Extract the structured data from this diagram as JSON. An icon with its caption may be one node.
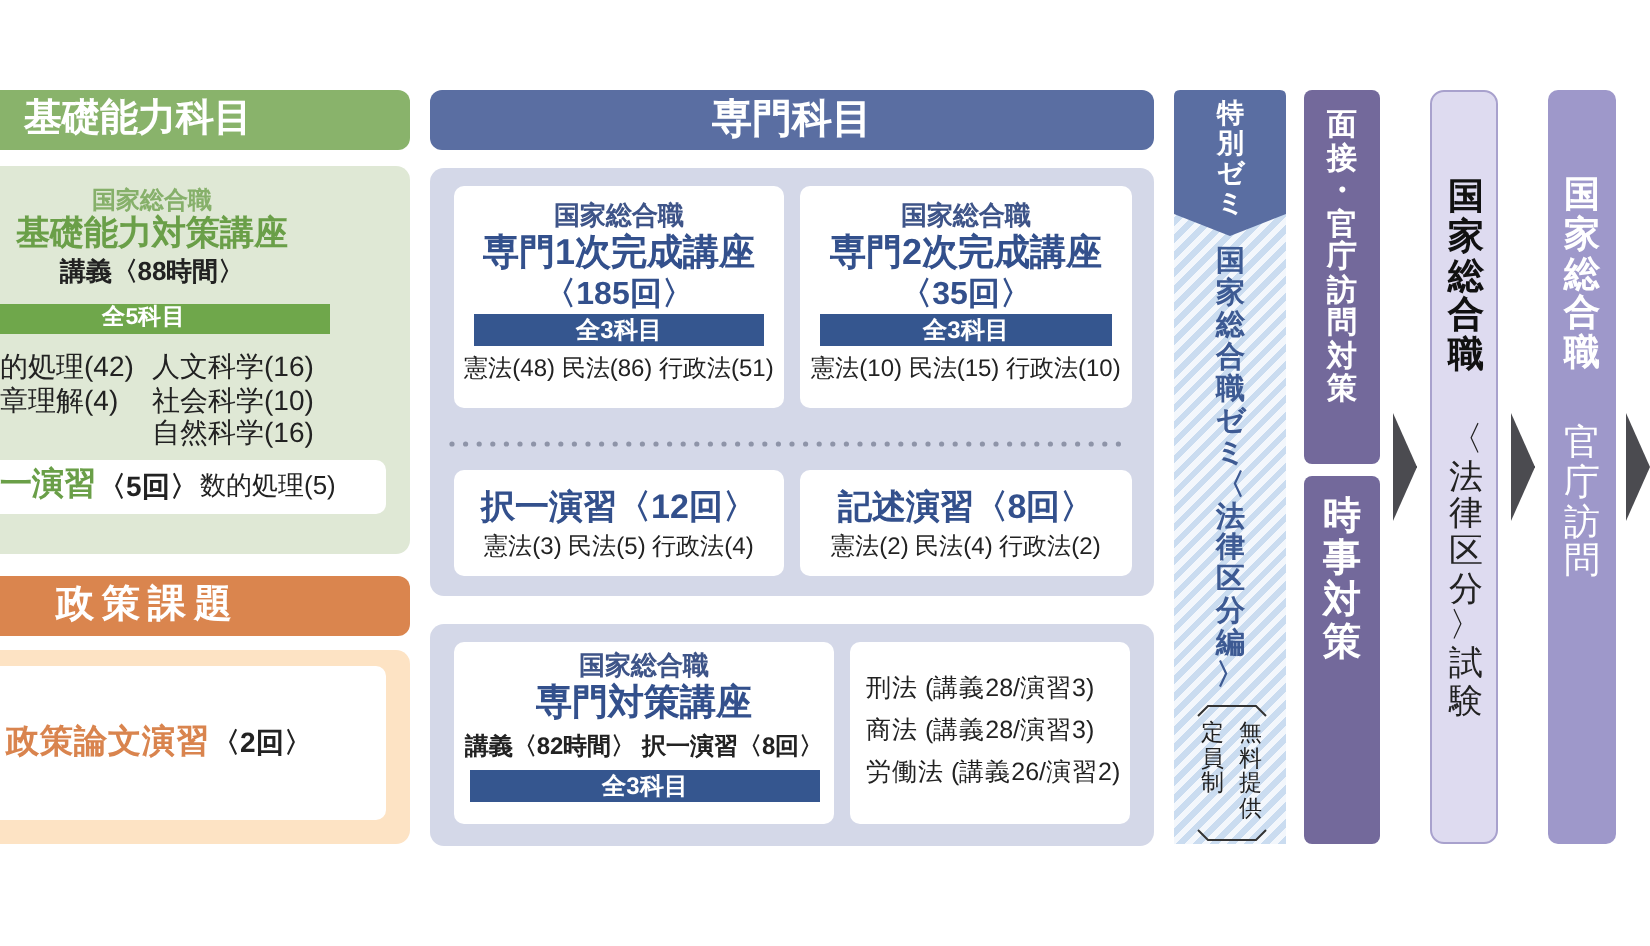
{
  "diagram": {
    "nodes": [
      {
        "text": [
          "基礎能力科目"
        ]
      },
      {
        "text": [
          "国家総合職",
          "基礎能力対策講座",
          "講義〈88時間〉",
          "的処理(42)",
          "人文科学(16)",
          "章理解(4)",
          "社会科学(10)",
          "自然科学(16)"
        ]
      },
      {
        "text": [
          "全5科目"
        ],
        "in": 1
      },
      {
        "text": [
          "一演習",
          "〈5回〉",
          "数的処理(5)"
        ],
        "in": 1
      },
      {
        "text": [
          "政策課題"
        ]
      },
      {
        "text": [],
        "shape": "box"
      },
      {
        "text": [
          "政策論文演習",
          "〈2回〉"
        ],
        "in": 5
      },
      {
        "text": [
          "専門科目"
        ]
      },
      {
        "text": [],
        "shape": "box"
      },
      {
        "text": [
          "国家総合職",
          "専門1次完成講座",
          "〈185回〉",
          "憲法(48) 民法(86) 行政法(51)"
        ],
        "in": 8
      },
      {
        "text": [
          "全3科目"
        ],
        "in": 9
      },
      {
        "text": [
          "国家総合職",
          "専門2次完成講座",
          "〈35回〉",
          "憲法(10) 民法(15) 行政法(10)"
        ],
        "in": 8
      },
      {
        "text": [
          "全3科目"
        ],
        "in": 11
      },
      {
        "text": [
          "択一演習〈12回〉",
          "憲法(3) 民法(5) 行政法(4)"
        ],
        "in": 8
      },
      {
        "text": [
          "記述演習〈8回〉",
          "憲法(2) 民法(4) 行政法(2)"
        ],
        "in": 8
      },
      {
        "text": [],
        "shape": "box"
      },
      {
        "text": [
          "国家総合職",
          "専門対策講座",
          "講義〈82時間〉 択一演習〈8回〉"
        ],
        "in": 15
      },
      {
        "text": [
          "全3科目"
        ],
        "in": 16
      },
      {
        "text": [
          "刑法 (講義28/演習3)",
          "商法 (講義28/演習3)",
          "労働法 (講義26/演習2)"
        ],
        "in": 15
      },
      {
        "text": [
          "特別ゼミ"
        ]
      },
      {
        "text": [
          "国家総合職ゼミ〈法律区分編〉",
          "定員制",
          "無料提供"
        ]
      },
      {
        "text": [
          "面接・官庁訪問対策"
        ]
      },
      {
        "text": [
          "時事対策"
        ]
      },
      {
        "text": [
          "国家総合職",
          "〈法律区分〉試験"
        ]
      },
      {
        "text": [
          "国家総合職",
          "官庁訪問"
        ]
      }
    ],
    "edges": [
      {
        "from": 21,
        "to": 23,
        "arrow": "to"
      },
      {
        "from": 22,
        "to": 23,
        "arrow": "to"
      },
      {
        "from": 23,
        "to": 24,
        "arrow": "to"
      }
    ]
  }
}
